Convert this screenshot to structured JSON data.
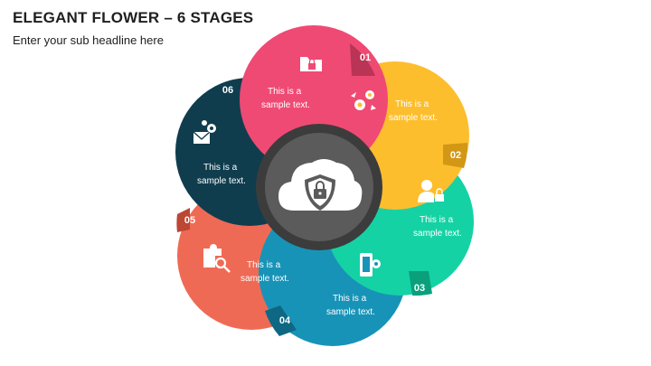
{
  "header": {
    "title": "ELEGANT FLOWER – 6 STAGES",
    "subtitle": "Enter your sub headline here"
  },
  "center": {
    "icon": "cloud-shield-lock-icon",
    "disc_color": "#5b5b5b",
    "ring_color": "#3c3c3c"
  },
  "stages": [
    {
      "number": "01",
      "text_line1": "This is a",
      "text_line2": "sample text.",
      "color": "#ef4a74",
      "shade": "#b93455",
      "icon": "folder-lock-icon"
    },
    {
      "number": "02",
      "text_line1": "This is a",
      "text_line2": "sample text.",
      "color": "#fdbe2e",
      "shade": "#d39716",
      "icon": "gears-icon"
    },
    {
      "number": "03",
      "text_line1": "This is a",
      "text_line2": "sample text.",
      "color": "#15d2a5",
      "shade": "#0aa07c",
      "icon": "user-lock-icon"
    },
    {
      "number": "04",
      "text_line1": "This is a",
      "text_line2": "sample text.",
      "color": "#1893b8",
      "shade": "#0e6884",
      "icon": "mobile-settings-icon"
    },
    {
      "number": "05",
      "text_line1": "This is a",
      "text_line2": "sample text.",
      "color": "#ef6a55",
      "shade": "#bb4734",
      "icon": "puzzle-search-icon"
    },
    {
      "number": "06",
      "text_line1": "This is a",
      "text_line2": "sample text.",
      "color": "#0f3d4e",
      "shade": "#082733",
      "icon": "mail-settings-icon"
    }
  ]
}
